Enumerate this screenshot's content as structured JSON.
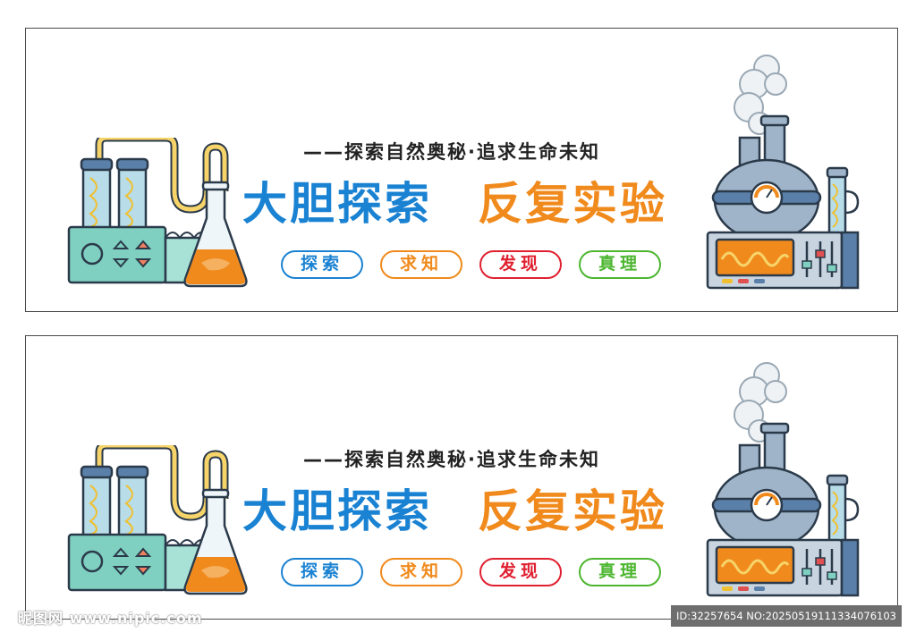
{
  "banners": [
    {
      "slogan": "——探索自然奥秘·追求生命未知",
      "title_part1": "大胆探索",
      "title_part2": "反复实验",
      "pills": [
        "探索",
        "求知",
        "发现",
        "真理"
      ]
    },
    {
      "slogan": "——探索自然奥秘·追求生命未知",
      "title_part1": "大胆探索",
      "title_part2": "反复实验",
      "pills": [
        "探索",
        "求知",
        "发现",
        "真理"
      ]
    }
  ],
  "colors": {
    "title_blue": "#1a82d2",
    "title_orange": "#f08a1c",
    "pill_red": "#e02030",
    "pill_green": "#4cb630",
    "machine_teal": "#7fd0c0",
    "machine_grey": "#8fa8c0"
  },
  "watermark": {
    "site": "昵图网 www.nipic.com",
    "id_text": "ID:32257654 NO:20250519111334076103"
  },
  "icons": {
    "left_illustration": "lab-apparatus-icon",
    "right_illustration": "reactor-flask-icon"
  }
}
